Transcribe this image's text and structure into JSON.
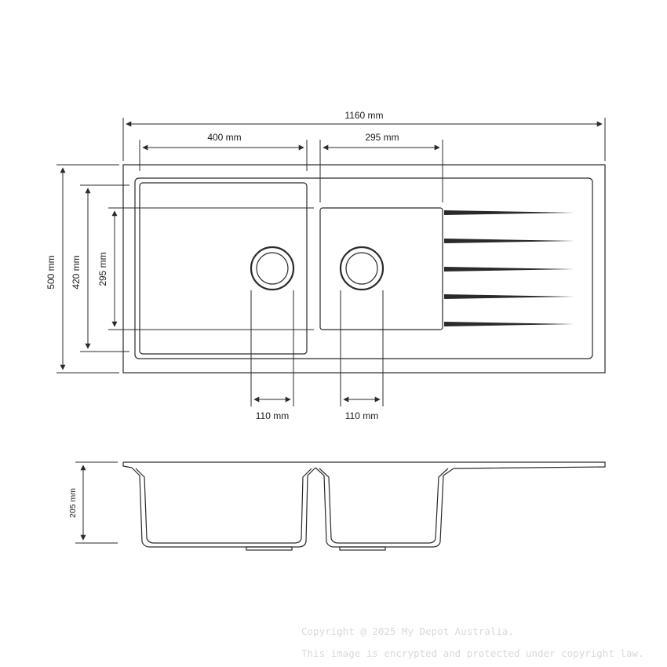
{
  "top_view": {
    "overall_width": "1160 mm",
    "left_bowl_width": "400 mm",
    "right_bowl_width": "295 mm",
    "overall_depth": "500 mm",
    "bowl_depth": "420 mm",
    "inner_depth": "295 mm",
    "left_waste_diameter": "110 mm",
    "right_waste_diameter": "110 mm"
  },
  "side_view": {
    "bowl_height": "205 mm"
  },
  "watermark": {
    "line1": "Copyright @ 2025 My Depot Australia.",
    "line2": "This image is encrypted and protected under copyright law."
  }
}
